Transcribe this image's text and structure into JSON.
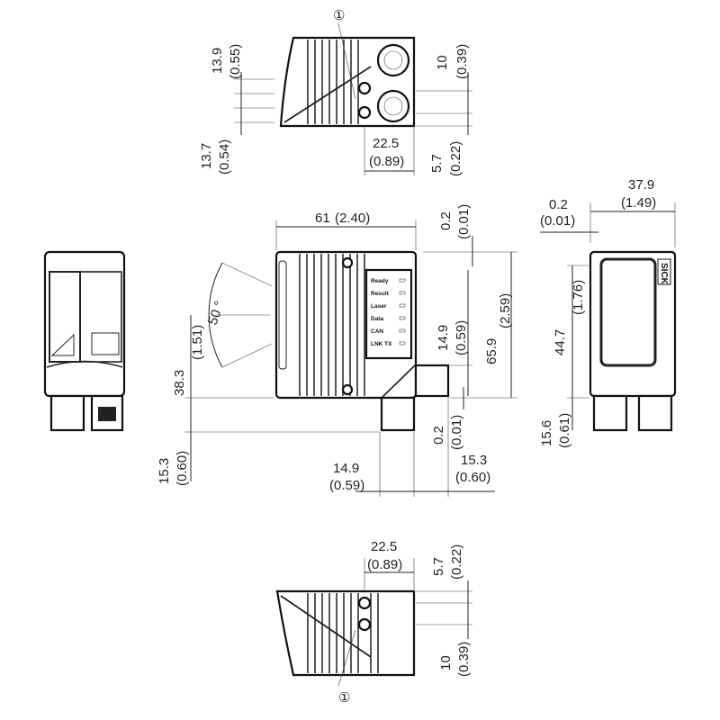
{
  "callout_marker": "①",
  "top_view": {
    "dims": [
      {
        "value": "13.9",
        "inch": "(0.55)"
      },
      {
        "value": "13.7",
        "inch": "(0.54)"
      },
      {
        "value": "10",
        "inch": "(0.39)"
      },
      {
        "value": "22.5",
        "inch": "(0.89)"
      },
      {
        "value": "5.7",
        "inch": "(0.22)"
      }
    ]
  },
  "front_view": {
    "leds": [
      "Ready",
      "Result",
      "Laser",
      "Data",
      "CAN",
      "LNK TX"
    ],
    "angle": "50 °",
    "dims": [
      {
        "value": "61",
        "inch": "(2.40)"
      },
      {
        "value": "0.2",
        "inch": "(0.01)"
      },
      {
        "value": "65.9",
        "inch": "(2.59)"
      },
      {
        "value": "14.9",
        "inch": "(0.59)"
      },
      {
        "value": "38.3",
        "inch": "(1.51)"
      },
      {
        "value": "0.2",
        "inch": "(0.01)"
      },
      {
        "value": "15.3",
        "inch": "(0.60)"
      },
      {
        "value": "14.9",
        "inch": "(0.59)"
      },
      {
        "value": "15.3",
        "inch": "(0.60)"
      }
    ]
  },
  "side_view": {
    "brand": "SICK",
    "dims": [
      {
        "value": "37.9",
        "inch": "(1.49)"
      },
      {
        "value": "0.2",
        "inch": "(0.01)"
      },
      {
        "value": "44.7",
        "inch": "(1.76)"
      },
      {
        "value": "15.6",
        "inch": "(0.61)"
      }
    ]
  },
  "bottom_view": {
    "dims": [
      {
        "value": "22.5",
        "inch": "(0.89)"
      },
      {
        "value": "5.7",
        "inch": "(0.22)"
      },
      {
        "value": "10",
        "inch": "(0.39)"
      }
    ]
  }
}
